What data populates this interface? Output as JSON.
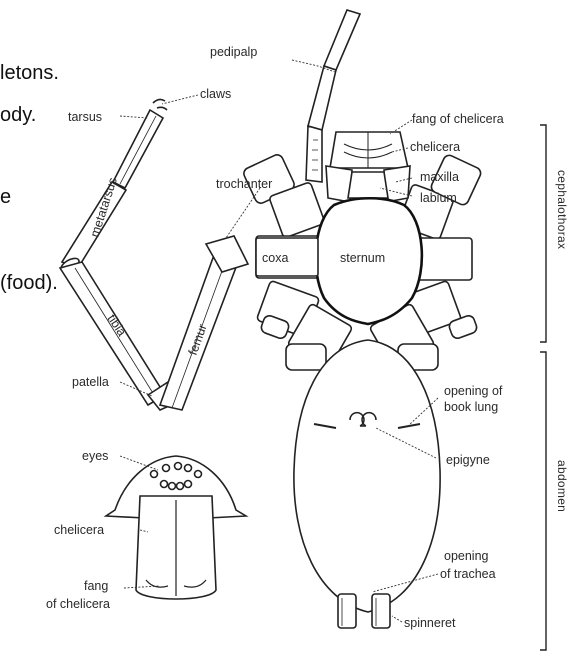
{
  "slide_fragments": [
    "letons.",
    "ody.",
    "e",
    "(food)."
  ],
  "labels": {
    "pedipalp": "pedipalp",
    "claws": "claws",
    "tarsus": "tarsus",
    "metatarsus": "metatarsus",
    "tibia": "tibia",
    "femur": "femur",
    "patella": "patella",
    "trochanter": "trochanter",
    "coxa": "coxa",
    "sternum": "sternum",
    "fang_of_chelicera_top": "fang of chelicera",
    "chelicera_top": "chelicera",
    "maxilla": "maxilla",
    "labium": "labium",
    "cephalothorax": "cephalothorax",
    "opening_of": "opening of",
    "book_lung": "book lung",
    "epigyne": "epigyne",
    "abdomen": "abdomen",
    "opening": "opening",
    "of_trachea": "of trachea",
    "spinneret": "spinneret",
    "eyes": "eyes",
    "chelicera_head": "chelicera",
    "fang": "fang",
    "of_chelicera": "of chelicera"
  }
}
